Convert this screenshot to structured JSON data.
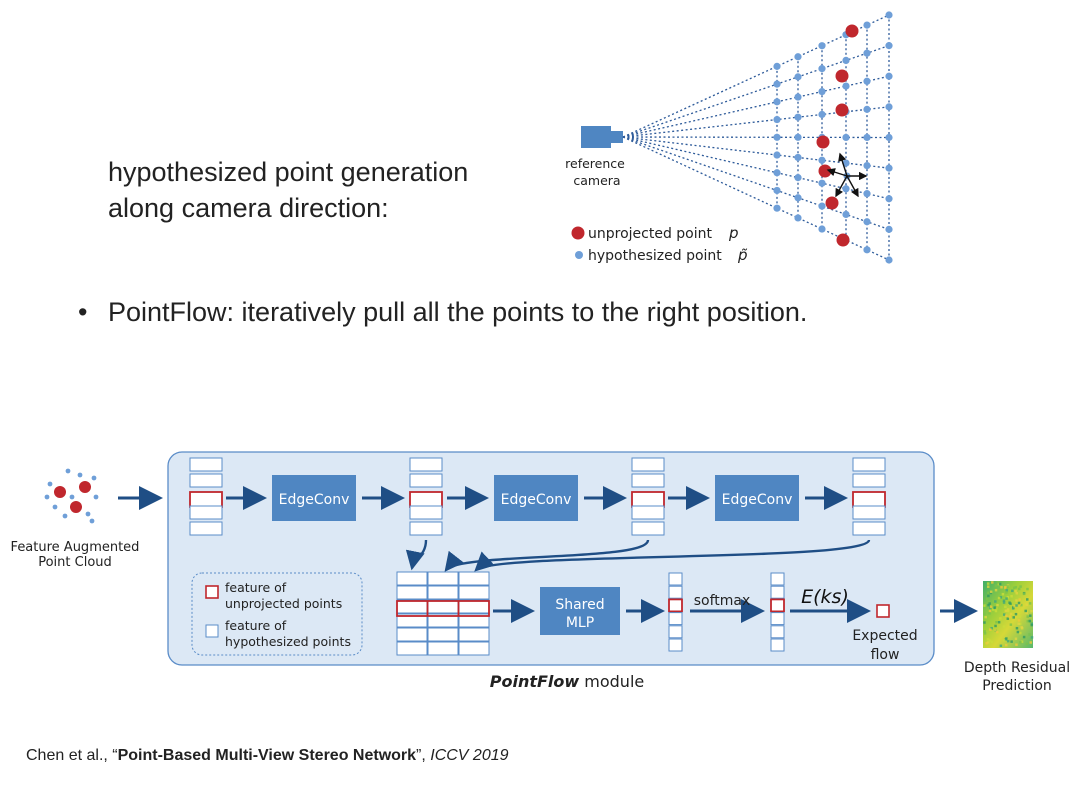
{
  "slide": {
    "heading_line1": "hypothesized point generation",
    "heading_line2": "along camera direction:",
    "bullet_mark": "•",
    "bullet_text": "PointFlow: iteratively pull all the points to the right position."
  },
  "camera_figure": {
    "camera_label_line1": "reference",
    "camera_label_line2": "camera",
    "legend_unprojected": "unprojected point",
    "legend_unprojected_symbol": "p",
    "legend_hypothesized": "hypothesized point",
    "legend_hypothesized_symbol": "p̃",
    "colors": {
      "unprojected": "#c0272d",
      "hypothesized": "#6f9fd8",
      "camera": "#4f86c2",
      "lines": "#2e5b9a"
    }
  },
  "pointflow": {
    "input_label_line1": "Feature Augmented",
    "input_label_line2": "Point Cloud",
    "edgeconv_label": "EdgeConv",
    "shared_mlp_line1": "Shared",
    "shared_mlp_line2": "MLP",
    "softmax_label": "softmax",
    "expectation_label": "E(ks)",
    "expected_flow_line1": "Expected",
    "expected_flow_line2": "flow",
    "legend_red_line1": "feature of",
    "legend_red_line2": "unprojected points",
    "legend_white_line1": "feature of",
    "legend_white_line2": "hypothesized points",
    "module_label_bold": "PointFlow",
    "module_label_rest": " module",
    "output_label_line1": "Depth Residual",
    "output_label_line2": "Prediction",
    "colors": {
      "module_bg": "#dce8f5",
      "module_border": "#5a8cc8",
      "block": "#4f86c2",
      "arrow": "#1f4e85",
      "highlight": "#c0272d"
    }
  },
  "citation": {
    "prefix": "Chen et al., “",
    "title": "Point-Based Multi-View Stereo Network",
    "middle": "”, ",
    "venue": "ICCV 2019"
  }
}
